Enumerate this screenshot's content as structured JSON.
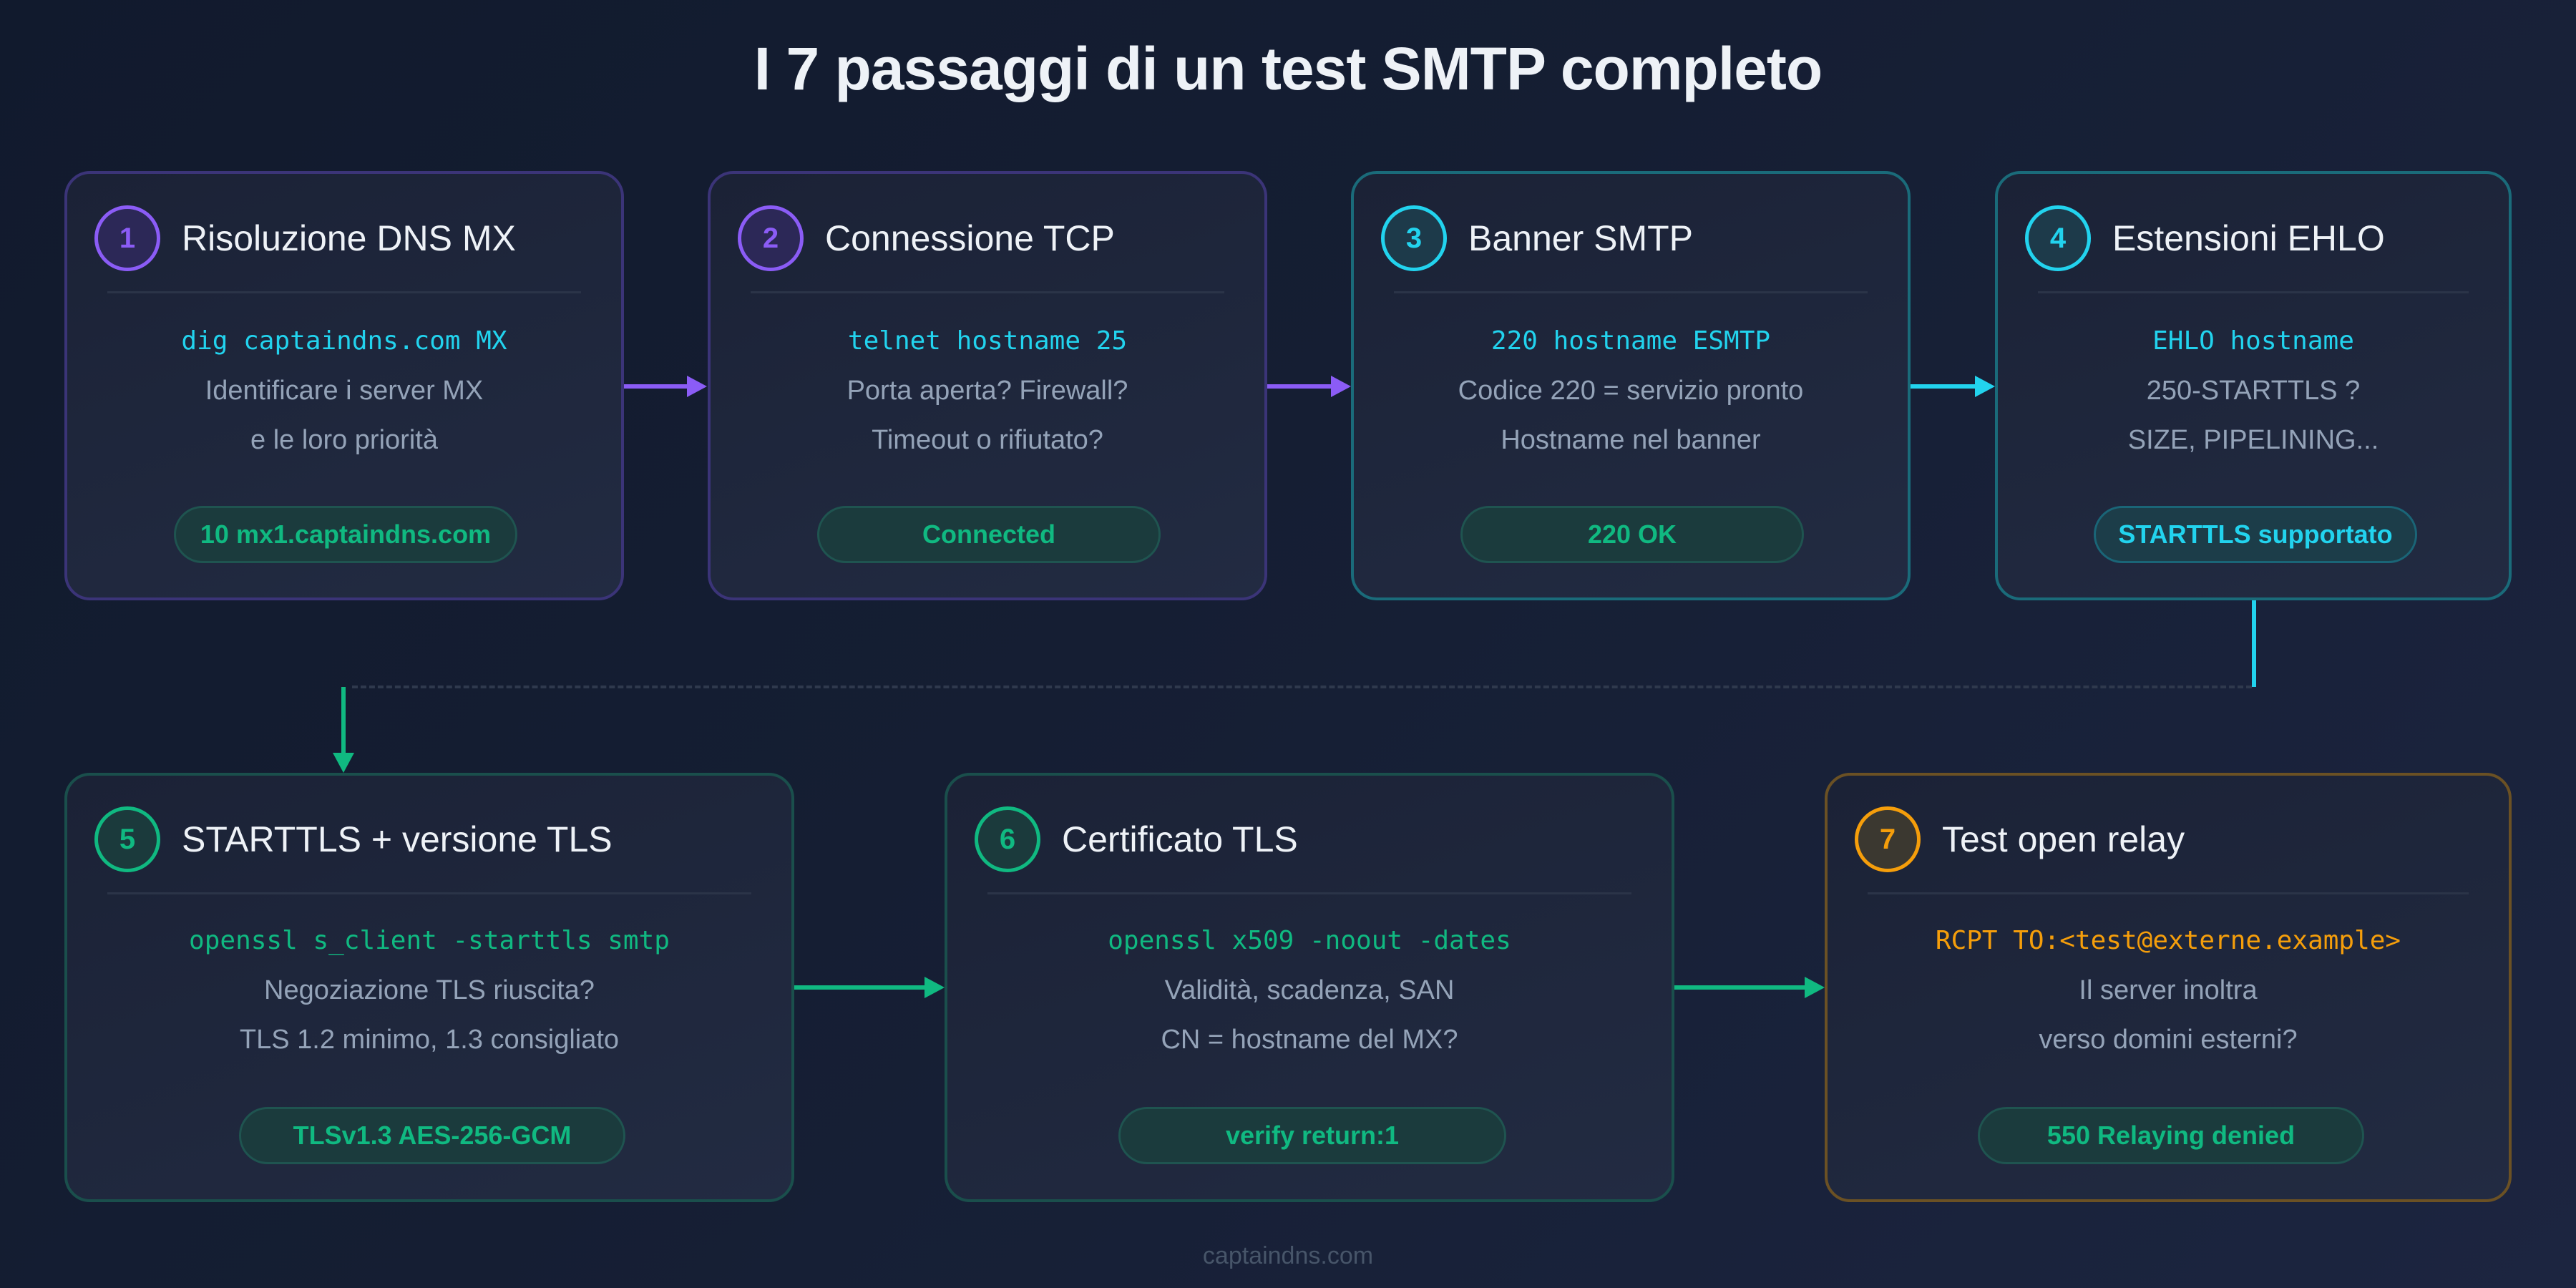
{
  "title": "I 7 passaggi di un test SMTP completo",
  "footer": "captaindns.com",
  "colors": {
    "background": "#131b2e",
    "purple": "#8b5cf6",
    "cyan": "#22d3ee",
    "green": "#10b981",
    "amber": "#f59e0b",
    "muted_text": "#94a3b8"
  },
  "steps": [
    {
      "number": "1",
      "title": "Risoluzione DNS MX",
      "command": "dig captaindns.com MX",
      "lines": [
        "Identificare i server MX",
        "e le loro priorità"
      ],
      "result": "10 mx1.captaindns.com",
      "accent": "purple"
    },
    {
      "number": "2",
      "title": "Connessione TCP",
      "command": "telnet hostname 25",
      "lines": [
        "Porta aperta? Firewall?",
        "Timeout o rifiutato?"
      ],
      "result": "Connected",
      "accent": "purple"
    },
    {
      "number": "3",
      "title": "Banner SMTP",
      "command": "220 hostname ESMTP",
      "lines": [
        "Codice 220 = servizio pronto",
        "Hostname nel banner"
      ],
      "result": "220 OK",
      "accent": "cyan"
    },
    {
      "number": "4",
      "title": "Estensioni EHLO",
      "command": "EHLO hostname",
      "lines": [
        "250-STARTTLS ?",
        "SIZE, PIPELINING..."
      ],
      "result": "STARTTLS supportato",
      "accent": "cyan"
    },
    {
      "number": "5",
      "title": "STARTTLS + versione TLS",
      "command": "openssl s_client -starttls smtp",
      "lines": [
        "Negoziazione TLS riuscita?",
        "TLS 1.2 minimo, 1.3 consigliato"
      ],
      "result": "TLSv1.3 AES-256-GCM",
      "accent": "green"
    },
    {
      "number": "6",
      "title": "Certificato TLS",
      "command": "openssl x509 -noout -dates",
      "lines": [
        "Validità, scadenza, SAN",
        "CN = hostname del MX?"
      ],
      "result": "verify return:1",
      "accent": "green"
    },
    {
      "number": "7",
      "title": "Test open relay",
      "command": "RCPT TO:<test@externe.example>",
      "lines": [
        "Il server inoltra",
        "verso domini esterni?"
      ],
      "result": "550 Relaying denied",
      "accent": "amber"
    }
  ]
}
